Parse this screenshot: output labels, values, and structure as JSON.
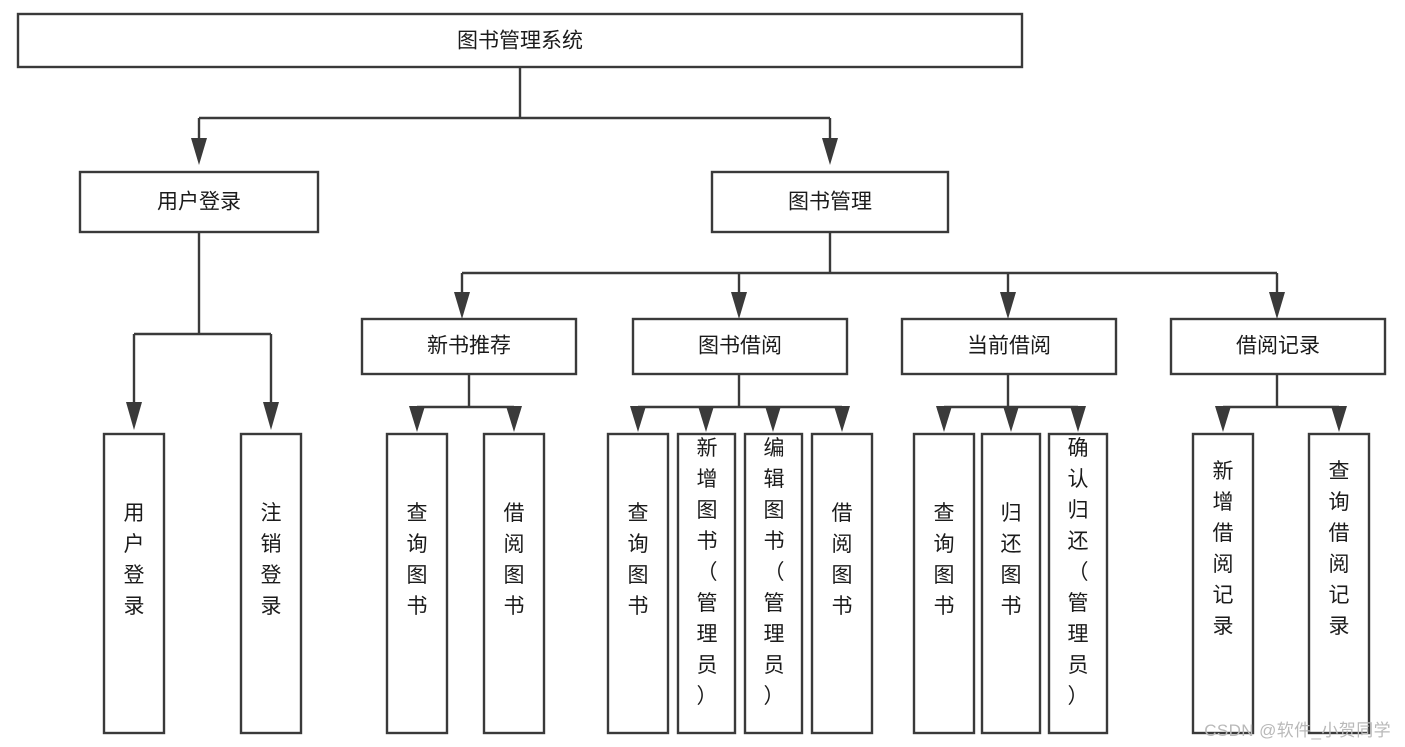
{
  "diagram": {
    "title": "图书管理系统",
    "type": "hierarchy-tree",
    "root": {
      "id": "root",
      "label": "图书管理系统"
    },
    "level2": [
      {
        "id": "user-login",
        "label": "用户登录"
      },
      {
        "id": "book-management",
        "label": "图书管理"
      }
    ],
    "level3": [
      {
        "id": "new-book-recommend",
        "label": "新书推荐",
        "parent": "book-management"
      },
      {
        "id": "book-borrow",
        "label": "图书借阅",
        "parent": "book-management"
      },
      {
        "id": "current-borrow",
        "label": "当前借阅",
        "parent": "book-management"
      },
      {
        "id": "borrow-record",
        "label": "借阅记录",
        "parent": "book-management"
      }
    ],
    "leaves": {
      "user_login": [
        {
          "id": "leaf-user-login",
          "label": "用户登录"
        },
        {
          "id": "leaf-logout",
          "label": "注销登录"
        }
      ],
      "new_book_recommend": [
        {
          "id": "leaf-query-book-1",
          "label": "查询图书"
        },
        {
          "id": "leaf-borrow-book-1",
          "label": "借阅图书"
        }
      ],
      "book_borrow": [
        {
          "id": "leaf-query-book-2",
          "label": "查询图书"
        },
        {
          "id": "leaf-add-book",
          "label": "新增图书（管理员）"
        },
        {
          "id": "leaf-edit-book",
          "label": "编辑图书（管理员）"
        },
        {
          "id": "leaf-borrow-book-2",
          "label": "借阅图书"
        }
      ],
      "current_borrow": [
        {
          "id": "leaf-query-book-3",
          "label": "查询图书"
        },
        {
          "id": "leaf-return-book",
          "label": "归还图书"
        },
        {
          "id": "leaf-confirm-return",
          "label": "确认归还（管理员）"
        }
      ],
      "borrow_record": [
        {
          "id": "leaf-add-record",
          "label": "新增借阅记录"
        },
        {
          "id": "leaf-query-record",
          "label": "查询借阅记录"
        }
      ]
    }
  },
  "watermark": {
    "text": "CSDN @软件_小贺同学"
  },
  "colors": {
    "box_stroke": "#3a3a3a",
    "box_fill": "#ffffff",
    "text": "#1b1b1b",
    "background": "#ffffff",
    "watermark": "#b9b9b9"
  }
}
